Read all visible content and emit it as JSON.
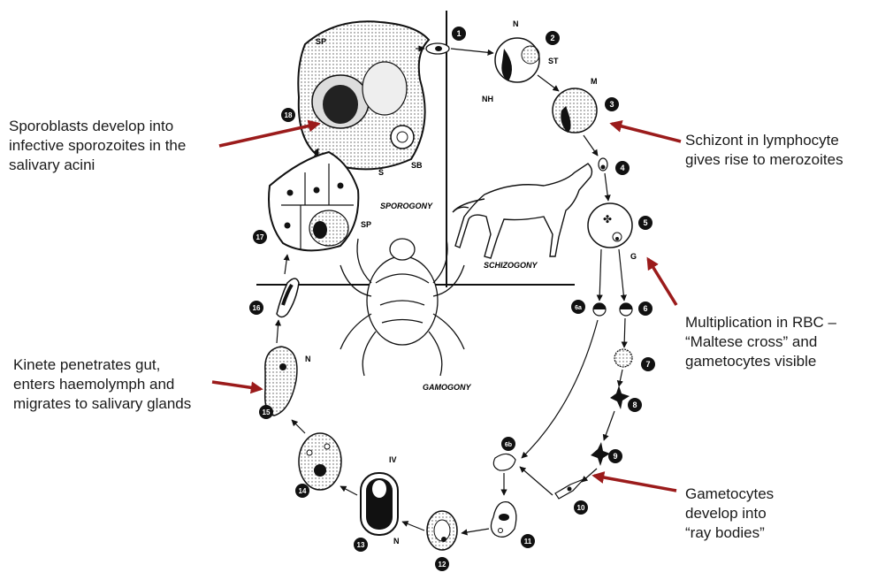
{
  "diagram": {
    "quadrants": {
      "sporogony": "SPOROGONY",
      "schizogony": "SCHIZOGONY",
      "gamogony": "GAMOGONY"
    },
    "stage_numbers": [
      "1",
      "2",
      "3",
      "4",
      "5",
      "6a",
      "6",
      "7",
      "8",
      "9",
      "10",
      "6b",
      "11",
      "12",
      "13",
      "14",
      "15",
      "16",
      "17",
      "18"
    ],
    "labels": {
      "sp_top": "SP",
      "s": "S",
      "sb": "SB",
      "n_cell": "N",
      "st": "ST",
      "nh": "NH",
      "m": "M",
      "g": "G",
      "sp_17": "SP",
      "n_15": "N",
      "iv": "IV",
      "n_13": "N"
    },
    "annotations": {
      "sporoblasts": "Sporoblasts develop into\ninfective sporozoites in the\nsalivary acini",
      "schizont": "Schizont in lymphocyte\ngives rise to merozoites",
      "multiplication": "Multiplication in RBC –\n“Maltese cross” and\ngametocytes visible",
      "kinete": "Kinete penetrates gut,\nenters haemolymph and\nmigrates to salivary glands",
      "gametocytes": "Gametocytes\ndevelop into\n“ray bodies”"
    },
    "colors": {
      "arrow": "#9b1b1b",
      "ink": "#111111"
    }
  }
}
